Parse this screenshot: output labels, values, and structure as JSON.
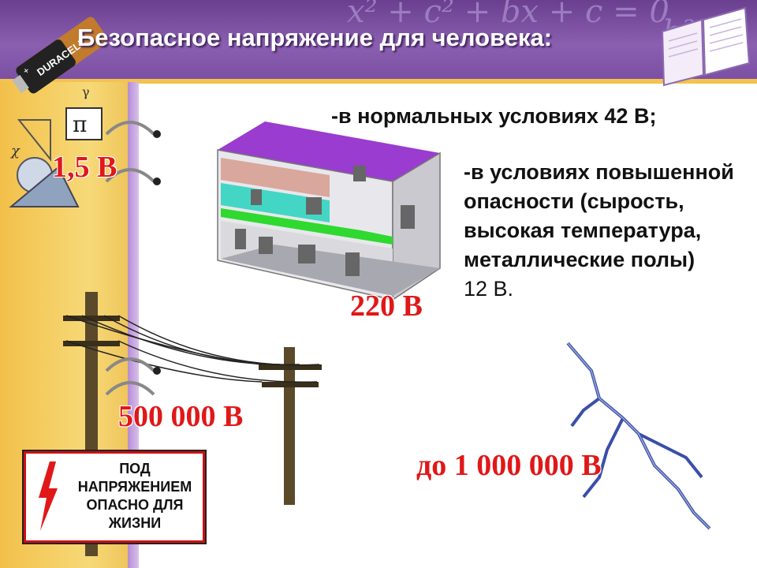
{
  "header": {
    "title": "Безопасное напряжение для человека:"
  },
  "conditions": {
    "normal": "-в нормальных условиях 42 В;",
    "hazard_lead": "-в условиях повышенной опасности (сырость, высокая температура, металлические полы)",
    "hazard_value": "12 В."
  },
  "voltages": {
    "battery": "1,5 В",
    "household": "220 В",
    "power_line": "500 000 В",
    "lightning": "до 1 000 000 В"
  },
  "warning_sign": {
    "text": "ПОД НАПРЯЖЕНИЕМ ОПАСНО ДЛЯ ЖИЗНИ"
  },
  "battery_label": "DURACELL",
  "colors": {
    "header": "#7a4ea2",
    "accent_red": "#e01818",
    "strip": "#f2c04a",
    "lightning": "#3a4fa8"
  }
}
